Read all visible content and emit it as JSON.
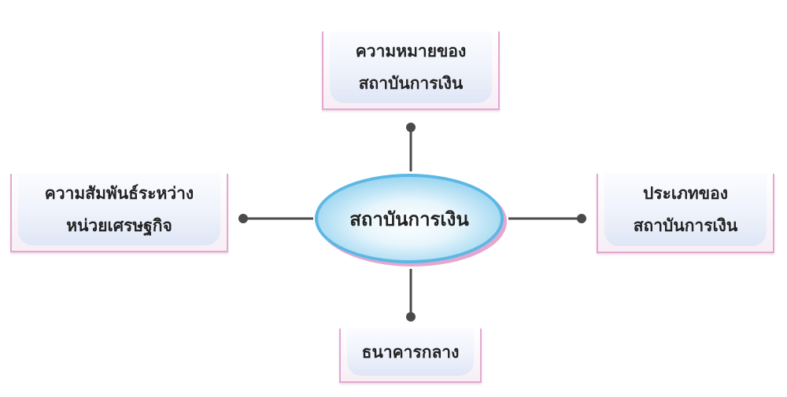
{
  "center": {
    "label": "สถาบันการเงิน"
  },
  "nodes": {
    "top": {
      "line1": "ความหมายของ",
      "line2": "สถาบันการเงิน"
    },
    "left": {
      "line1": "ความสัมพันธ์ระหว่าง",
      "line2": "หน่วยเศรษฐกิจ"
    },
    "right": {
      "line1": "ประเภทของ",
      "line2": "สถาบันการเงิน"
    },
    "bottom": {
      "line1": "ธนาคารกลาง"
    }
  },
  "colors": {
    "connector": "#4a4a4a",
    "box_border": "#e3a8cf",
    "ellipse_fill": "#a8dcf2",
    "ellipse_shadow": "#e3a8cf"
  }
}
